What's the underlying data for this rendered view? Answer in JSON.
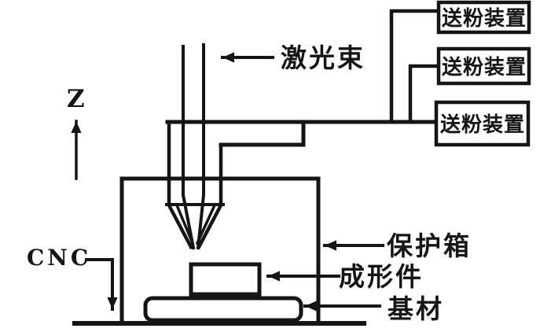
{
  "diagram": {
    "description": "Schematic of a laser powder deposition (laser cladding) system",
    "colors": {
      "ink": "#151515",
      "background": "#ffffff"
    },
    "labels": {
      "laser_beam": "激光束",
      "z_axis": "Z",
      "cnc": "CNC",
      "protection_box": "保护箱",
      "formed_part": "成形件",
      "substrate": "基材"
    },
    "powder_feeders": [
      {
        "label": "送粉装置"
      },
      {
        "label": "送粉装置"
      },
      {
        "label": "送粉装置"
      }
    ]
  }
}
